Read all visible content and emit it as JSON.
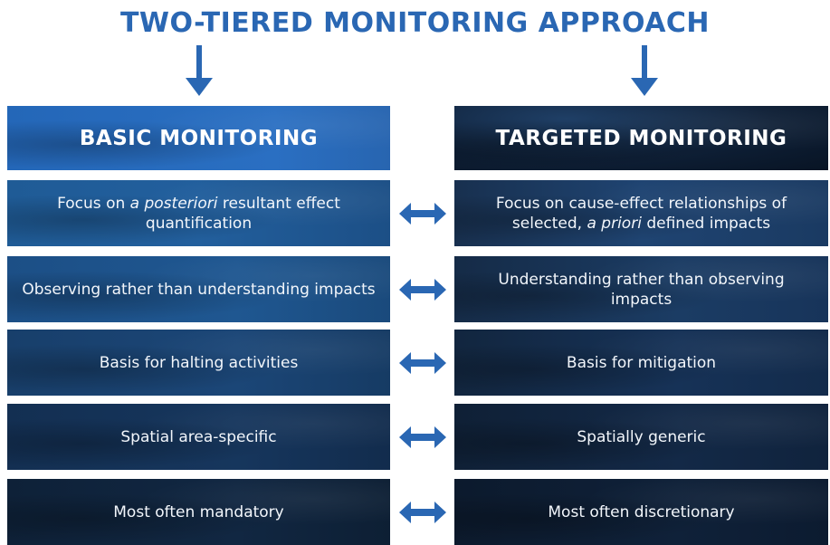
{
  "title": "TWO-TIERED MONITORING APPROACH",
  "colors": {
    "accent": "#2a67b3",
    "left_header": "#2467b8",
    "right_header": "#0e1f36"
  },
  "columns": {
    "left": {
      "header": "BASIC MONITORING"
    },
    "right": {
      "header": "TARGETED MONITORING"
    }
  },
  "rows": [
    {
      "left": {
        "pre": "Focus on ",
        "em": "a posteriori",
        "post": " resultant effect quantification"
      },
      "right": {
        "pre": "Focus on cause-effect relationships of selected, ",
        "em": "a priori",
        "post": " defined impacts"
      }
    },
    {
      "left": {
        "pre": "Observing rather than understanding impacts",
        "em": "",
        "post": ""
      },
      "right": {
        "pre": "Understanding rather than observing impacts",
        "em": "",
        "post": ""
      }
    },
    {
      "left": {
        "pre": "Basis for halting activities",
        "em": "",
        "post": ""
      },
      "right": {
        "pre": "Basis for mitigation",
        "em": "",
        "post": ""
      }
    },
    {
      "left": {
        "pre": "Spatial area-specific",
        "em": "",
        "post": ""
      },
      "right": {
        "pre": "Spatially generic",
        "em": "",
        "post": ""
      }
    },
    {
      "left": {
        "pre": "Most often mandatory",
        "em": "",
        "post": ""
      },
      "right": {
        "pre": "Most often discretionary",
        "em": "",
        "post": ""
      }
    }
  ],
  "icons": {
    "down_arrow": "arrow-down-icon",
    "double_arrow": "double-arrow-icon"
  }
}
